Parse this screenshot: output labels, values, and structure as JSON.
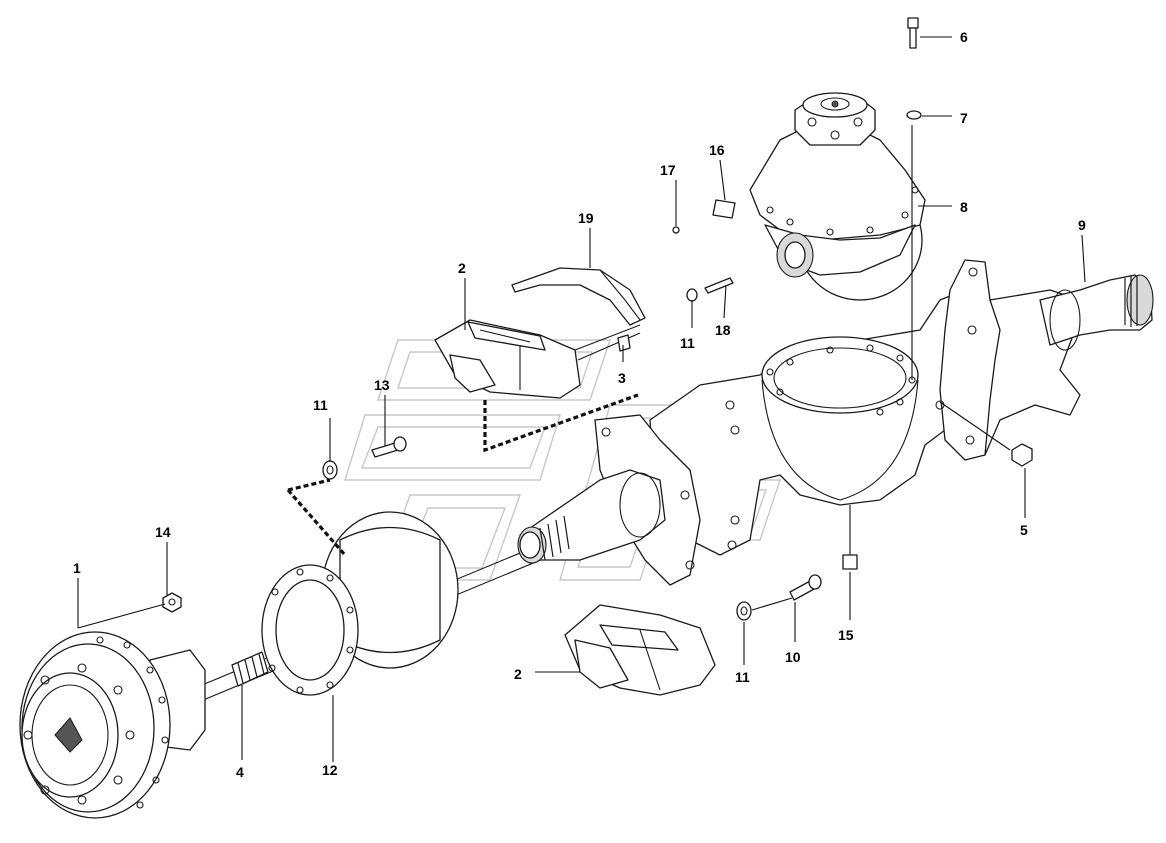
{
  "diagram": {
    "callouts": [
      {
        "id": "c1",
        "text": "1"
      },
      {
        "id": "c2a",
        "text": "2"
      },
      {
        "id": "c2b",
        "text": "2"
      },
      {
        "id": "c3",
        "text": "3"
      },
      {
        "id": "c4",
        "text": "4"
      },
      {
        "id": "c5",
        "text": "5"
      },
      {
        "id": "c6",
        "text": "6"
      },
      {
        "id": "c7",
        "text": "7"
      },
      {
        "id": "c8",
        "text": "8"
      },
      {
        "id": "c9",
        "text": "9"
      },
      {
        "id": "c10",
        "text": "10"
      },
      {
        "id": "c11a",
        "text": "11"
      },
      {
        "id": "c11b",
        "text": "11"
      },
      {
        "id": "c11c",
        "text": "11"
      },
      {
        "id": "c12",
        "text": "12"
      },
      {
        "id": "c13",
        "text": "13"
      },
      {
        "id": "c14",
        "text": "14"
      },
      {
        "id": "c15",
        "text": "15"
      },
      {
        "id": "c16",
        "text": "16"
      },
      {
        "id": "c17",
        "text": "17"
      },
      {
        "id": "c18",
        "text": "18"
      },
      {
        "id": "c19",
        "text": "19"
      }
    ],
    "colors": {
      "line": "#1a1a1a",
      "background": "#ffffff",
      "watermark": "#c8c8c8"
    }
  }
}
